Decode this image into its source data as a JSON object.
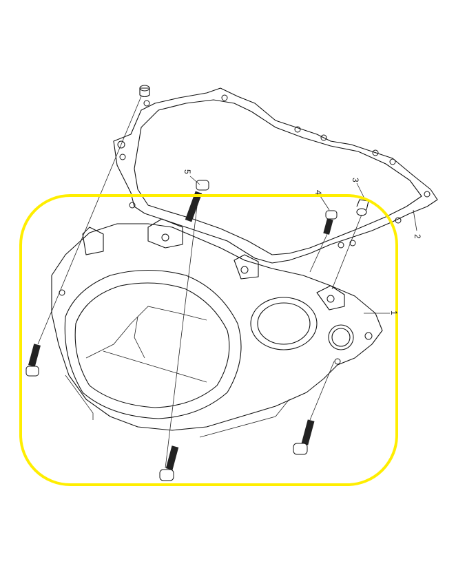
{
  "diagram": {
    "type": "exploded-parts-view",
    "highlight_color": "#ffee00",
    "callouts": [
      {
        "id": "1",
        "text": "1"
      },
      {
        "id": "2",
        "text": "2"
      },
      {
        "id": "3",
        "text": "3"
      },
      {
        "id": "4",
        "text": "4"
      },
      {
        "id": "5",
        "text": "5"
      }
    ]
  }
}
